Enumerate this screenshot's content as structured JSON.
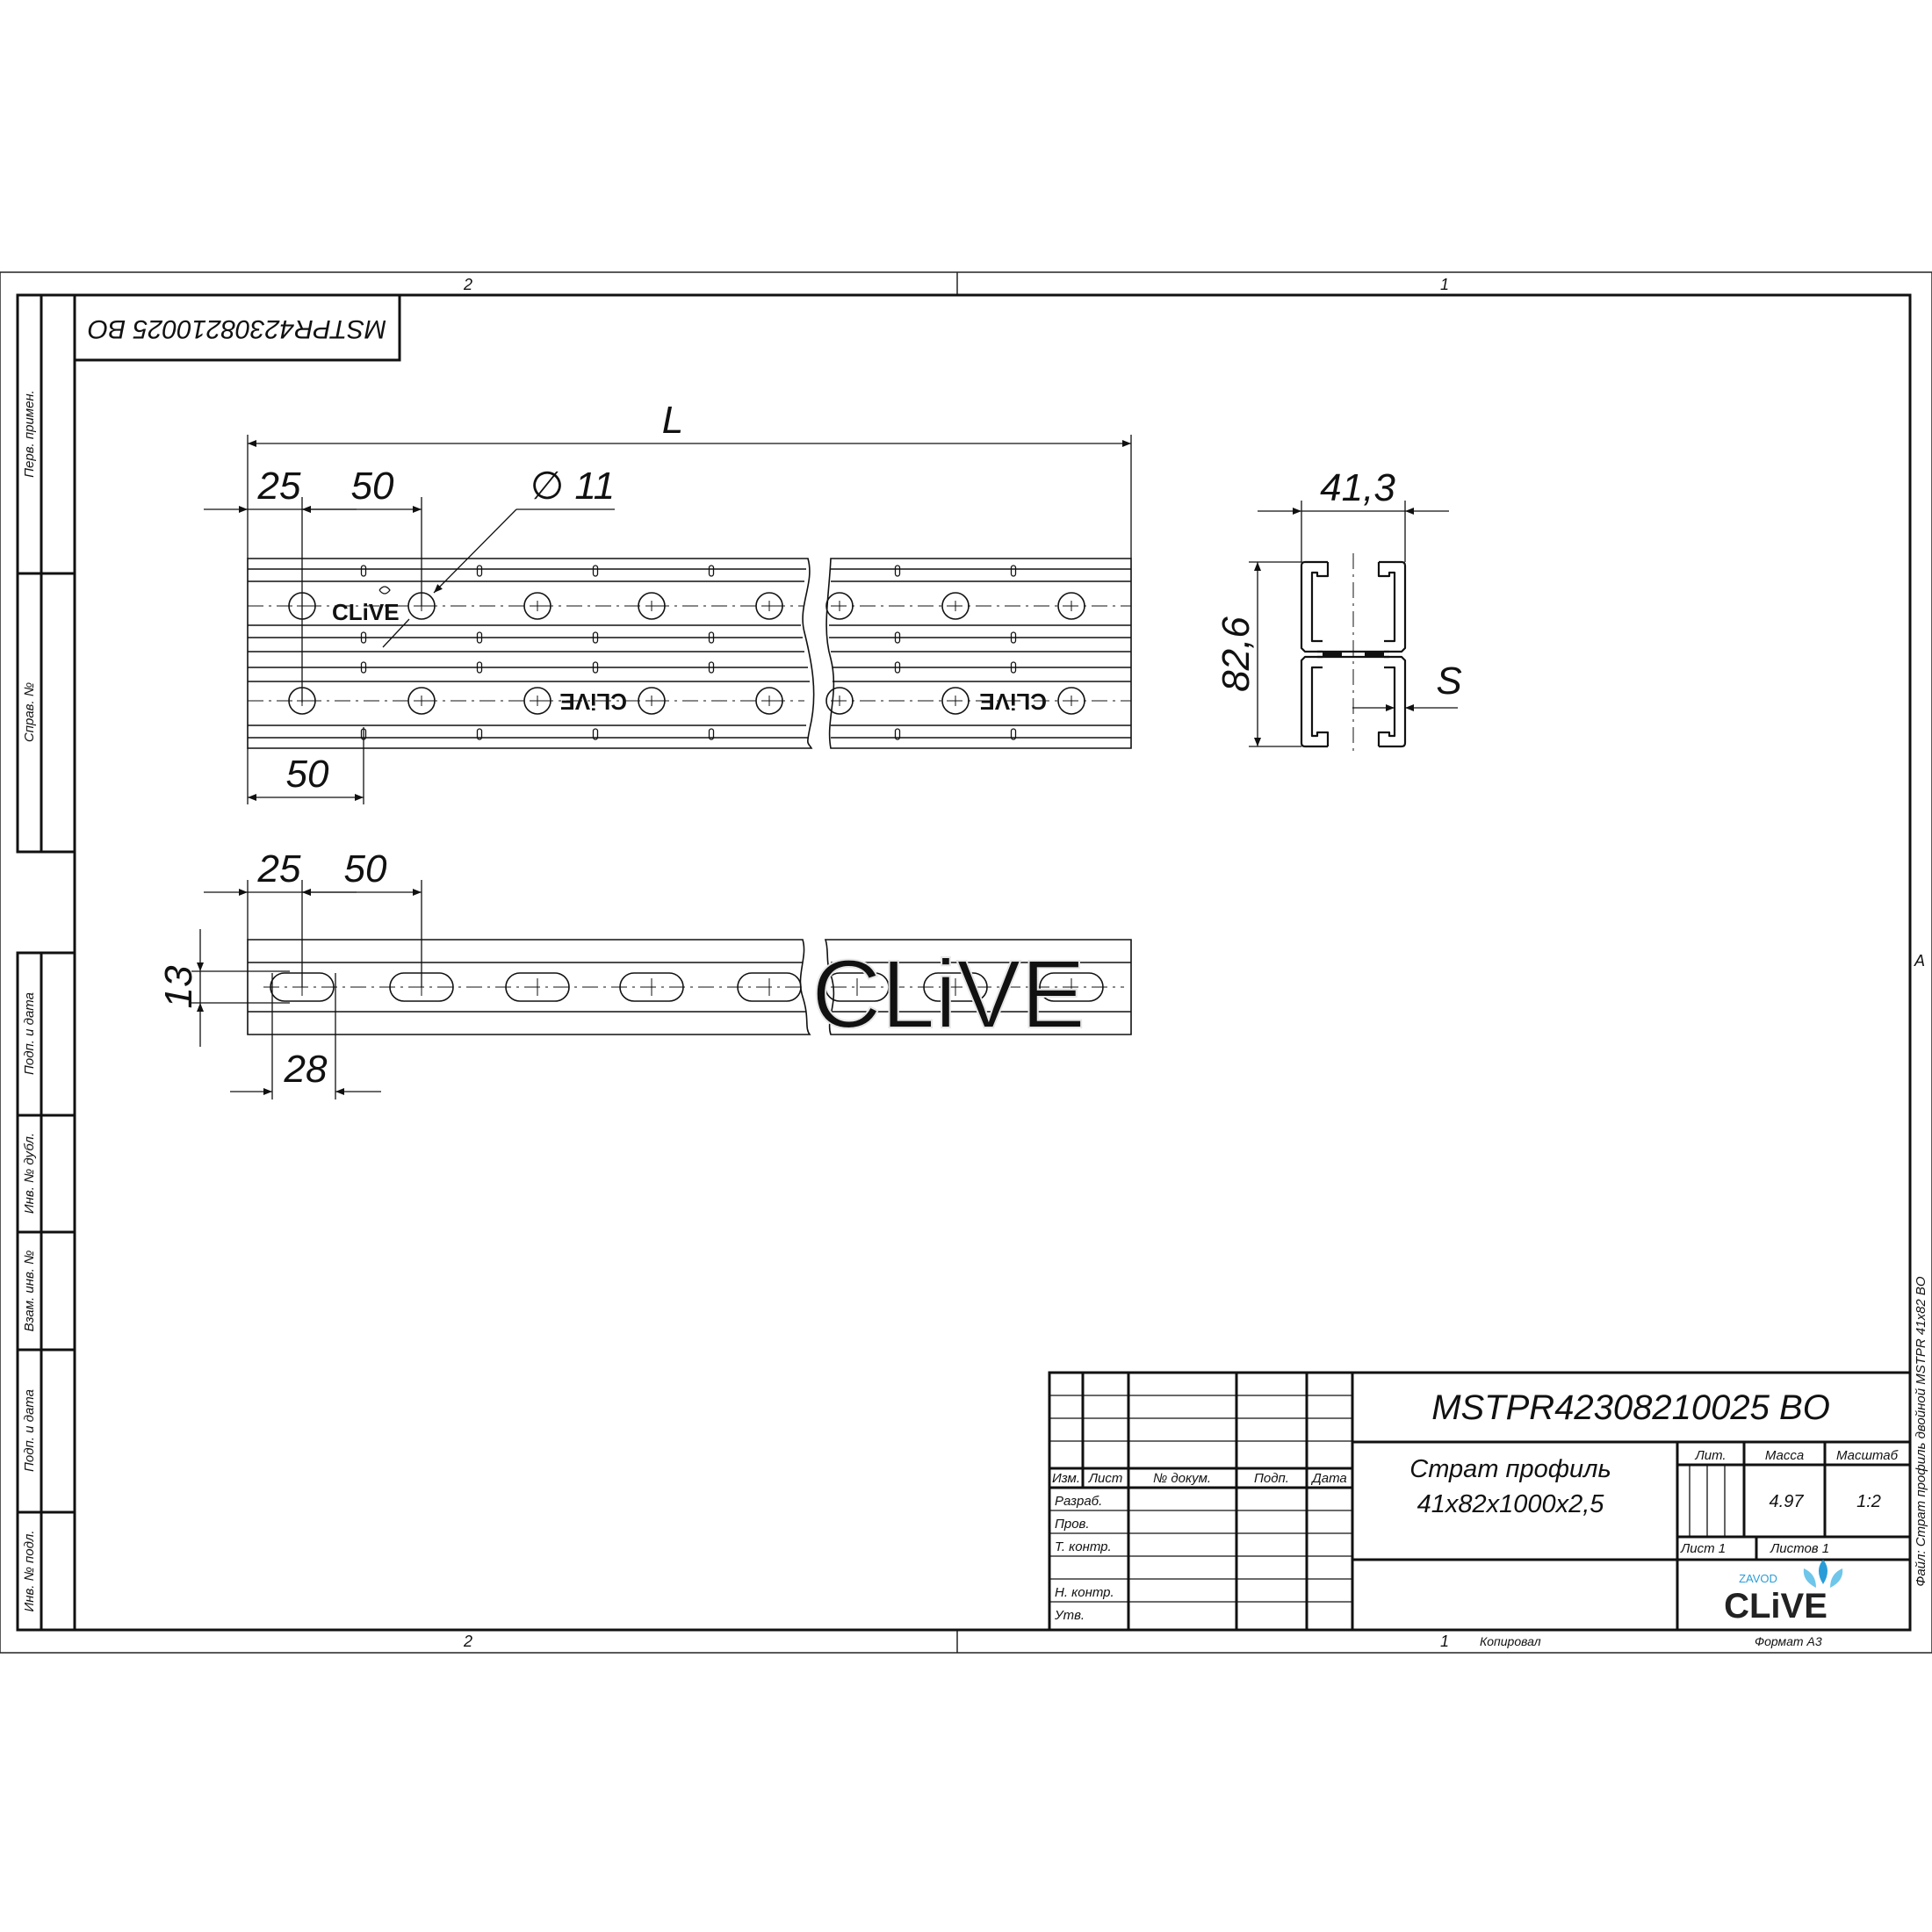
{
  "frame": {
    "zones_top": [
      "2",
      "1"
    ],
    "zones_bottom": [
      "2",
      "1"
    ],
    "zone_right": "A"
  },
  "corner_stamp": "MSTPR42308210025 BO",
  "left_strip": {
    "perv_primen": "Перв. примен.",
    "sprav_no": "Справ. №",
    "podp_data_1": "Подп. и дата",
    "inv_dubl": "Инв. № дубл.",
    "vzam_inv": "Взам. инв. №",
    "podp_data_2": "Подп. и дата",
    "inv_podl": "Инв. № подл."
  },
  "right_strip_text": "Файл: Страт профиль двойной MSTPR 41x82 BO",
  "dimensions": {
    "L": "L",
    "d25_top": "25",
    "d50_top": "50",
    "hole_dia": "∅ 11",
    "d50_bottom": "50",
    "d25_side": "25",
    "d50_side": "50",
    "d13": "13",
    "d28": "28",
    "w41": "41,3",
    "h82": "82,6",
    "s": "S"
  },
  "brand_logo_text": "CLiVE",
  "title_block": {
    "designation": "MSTPR42308210025 BO",
    "name_line1": "Страт профиль",
    "name_line2": "41x82x1000x2,5",
    "col_izm": "Изм.",
    "col_list": "Лист",
    "col_doc": "№ докум.",
    "col_podp": "Подп.",
    "col_data": "Дата",
    "row_razrab": "Разраб.",
    "row_prov": "Пров.",
    "row_tkontr": "Т. контр.",
    "row_nkontr": "Н. контр.",
    "row_utv": "Утв.",
    "lit_label": "Лит.",
    "mass_label": "Масса",
    "scale_label": "Масштаб",
    "mass_value": "4.97",
    "scale_value": "1:2",
    "sheet_label": "Лист 1",
    "sheets_label": "Листов 1",
    "logo_small": "ZAVOD",
    "logo_main": "CLiVE"
  },
  "footer": {
    "copied": "Копировал",
    "format": "Формат А3"
  }
}
